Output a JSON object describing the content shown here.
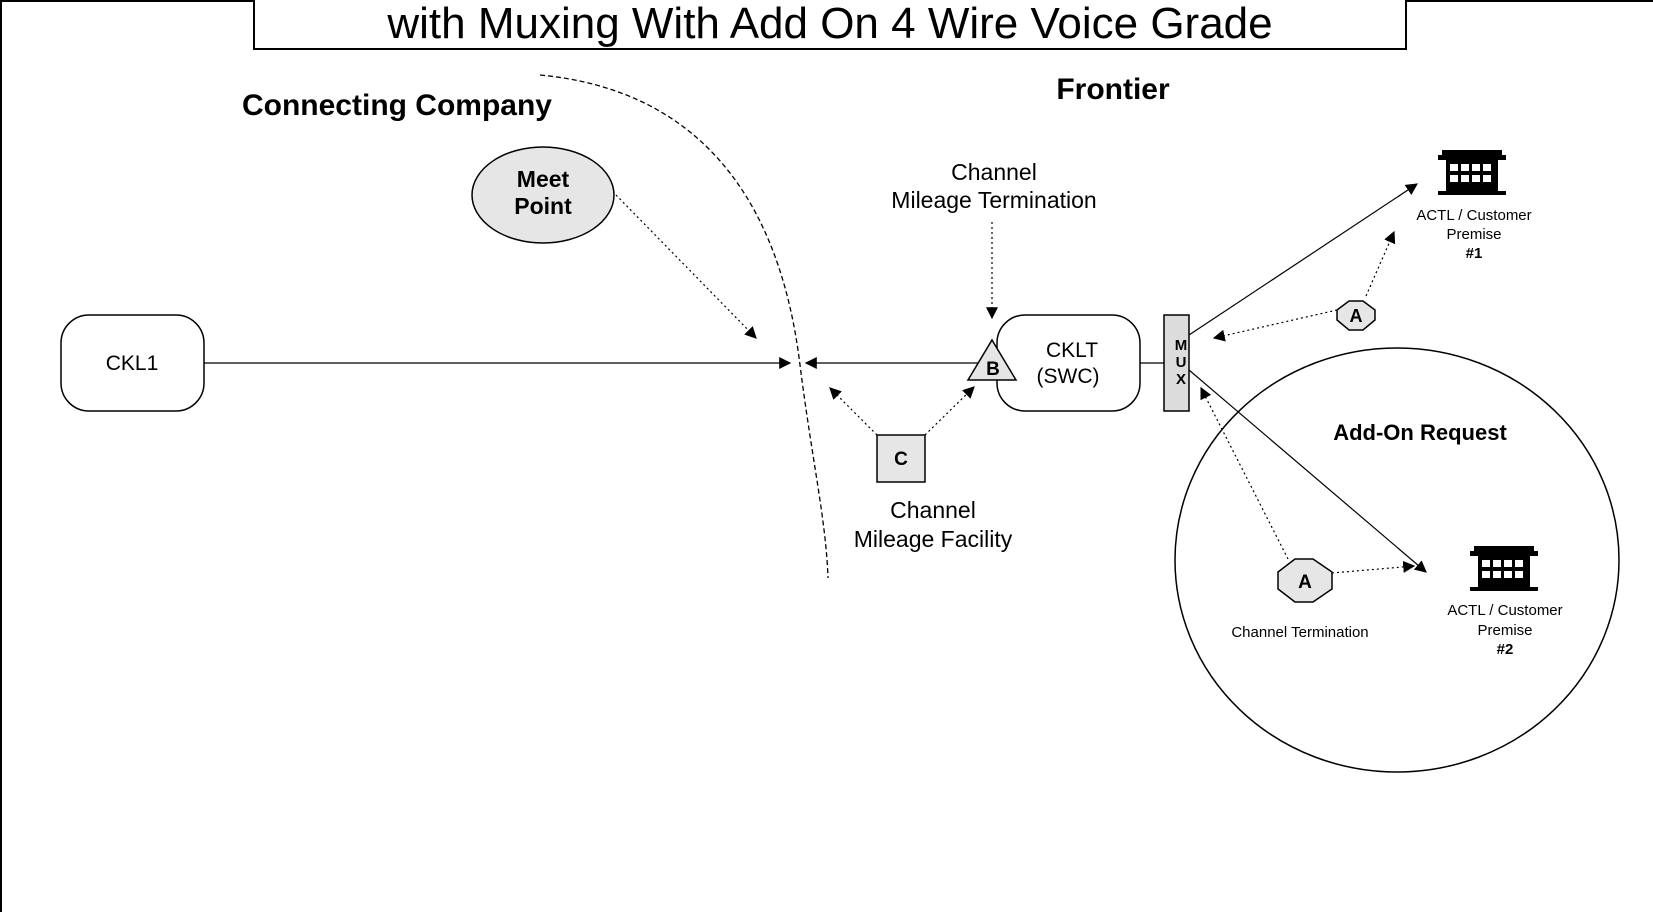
{
  "title": "with Muxing With Add On 4 Wire Voice Grade",
  "regions": {
    "connecting_company": "Connecting Company",
    "frontier": "Frontier"
  },
  "nodes": {
    "ckl1": "CKL1",
    "cklt_line1": "CKLT",
    "cklt_line2": "(SWC)",
    "meet_point_line1": "Meet",
    "meet_point_line2": "Point",
    "mux_letters": [
      "M",
      "U",
      "X"
    ]
  },
  "markers": {
    "a1": "A",
    "a2": "A",
    "b": "B",
    "c": "C"
  },
  "labels": {
    "channel_mileage_termination_line1": "Channel",
    "channel_mileage_termination_line2": "Mileage Termination",
    "channel_mileage_facility_line1": "Channel",
    "channel_mileage_facility_line2": "Mileage Facility",
    "channel_termination": "Channel Termination",
    "add_on_request": "Add-On Request"
  },
  "premises": [
    {
      "line1": "ACTL / Customer",
      "line2": "Premise",
      "number": "#1"
    },
    {
      "line1": "ACTL / Customer",
      "line2": "Premise",
      "number": "#2"
    }
  ],
  "colors": {
    "stroke": "#000000",
    "shape_fill": "#e6e6e6",
    "mux_fill": "#dcdcdc",
    "background": "#ffffff"
  }
}
